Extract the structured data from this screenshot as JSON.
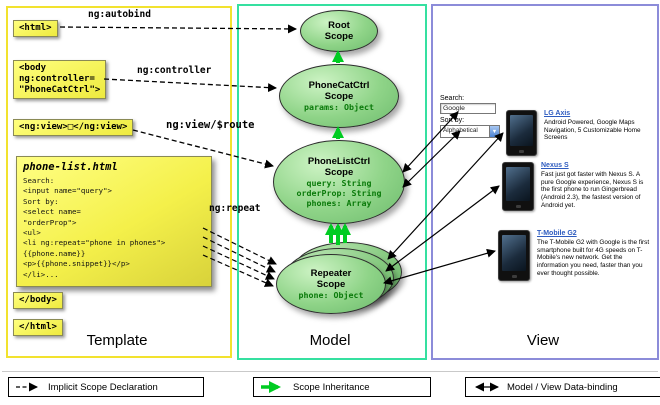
{
  "template": {
    "label": "Template",
    "html_open": "<html>",
    "body_open": "<body\nng:controller=\n\"PhoneCatCtrl\">",
    "ng_view": "<ng:view>□</ng:view>",
    "note_title": "phone-list.html",
    "note_lines": [
      "Search:",
      "<input name=\"query\">",
      "Sort by:",
      "<select name=",
      "\"orderProp\">",
      "<ul>",
      "<li ng:repeat=\"phone in phones\">",
      "{{phone.name}}",
      "<p>{{phone.snippet}}</p>",
      "</li>..."
    ],
    "body_close": "</body>",
    "html_close": "</html>"
  },
  "model": {
    "label": "Model",
    "root": {
      "title": "Root\nScope"
    },
    "cat": {
      "title": "PhoneCatCtrl\nScope",
      "prop0": "params: Object"
    },
    "list": {
      "title": "PhoneListCtrl\nScope",
      "prop0": "query: String",
      "prop1": "orderProp: String",
      "prop2": "phones: Array"
    },
    "repeater": {
      "title": "Repeater\nScope",
      "prop0": "phone: Object"
    }
  },
  "view": {
    "label": "View",
    "search_label": "Search:",
    "search_value": "Google",
    "sort_label": "Sort by:",
    "sort_value": "Alphabetical",
    "phones": [
      {
        "name": "LG Axis",
        "desc": "Android Powered, Google Maps Navigation, 5 Customizable Home Screens"
      },
      {
        "name": "Nexus S",
        "desc": "Fast just got faster with Nexus S. A pure Google experience, Nexus S is the first phone to run Gingerbread (Android 2.3), the fastest version of Android yet."
      },
      {
        "name": "T-Mobile G2",
        "desc": "The T-Mobile G2 with Google is the first smartphone built for 4G speeds on T-Mobile's new network. Get the information you need, faster than you ever thought possible."
      }
    ]
  },
  "arrow_labels": {
    "autobind": "ng:autobind",
    "controller": "ng:controller",
    "view_route": "ng:view/$route",
    "repeat": "ng:repeat"
  },
  "legend": {
    "implicit": "Implicit Scope Declaration",
    "inheritance": "Scope Inheritance",
    "databinding": "Model / View Data-binding"
  },
  "colors": {
    "template_border": "#f2e22e",
    "model_border": "#35e0a0",
    "view_border": "#8c8cd9",
    "sticky_yellow": "#f4f04a",
    "scope_green": "#8fd488",
    "scope_prop_green": "#0a7a0a",
    "inheritance_arrow": "#00cc22",
    "link_blue": "#2d5bbf"
  }
}
